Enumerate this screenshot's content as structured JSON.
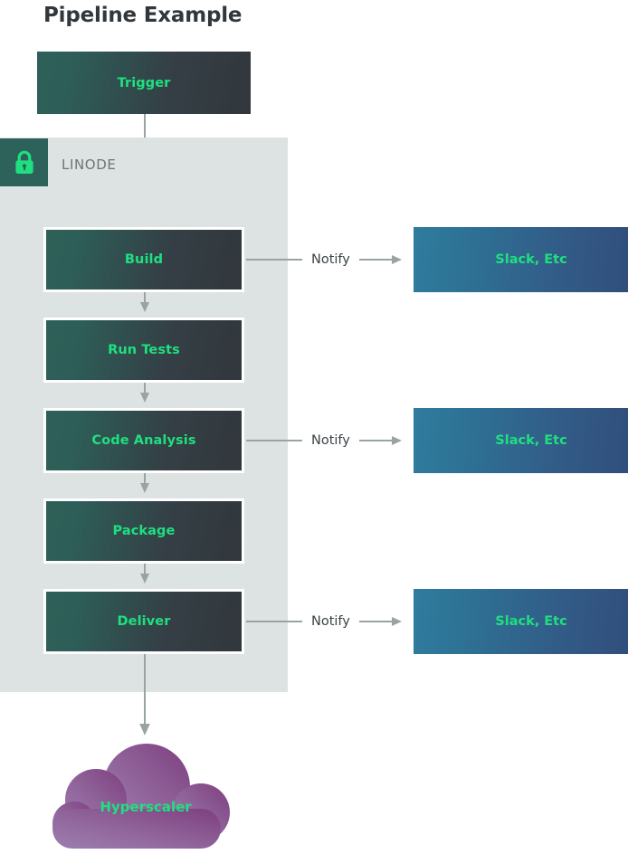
{
  "title": "Pipeline Example",
  "colors": {
    "accent_green": "#1fe07f",
    "title_text": "#32373c",
    "zone_background": "#dce3e2",
    "lock_tile": "#2c6259",
    "stage_gradient_start": "#2e6059",
    "stage_gradient_end": "#32373c",
    "notify_gradient_start": "#2f7c9e",
    "notify_gradient_end": "#304b78",
    "connector_line": "#9aa3a4",
    "cloud_gradient_start": "#9b7bab",
    "cloud_gradient_end": "#7e3f7f",
    "zone_label_text": "#6d7579"
  },
  "trigger": {
    "label": "Trigger"
  },
  "zone": {
    "label": "LINODE",
    "lock_icon": "lock-icon"
  },
  "stages": [
    {
      "label": "Build",
      "notify": true
    },
    {
      "label": "Run Tests",
      "notify": false
    },
    {
      "label": "Code Analysis",
      "notify": true
    },
    {
      "label": "Package",
      "notify": false
    },
    {
      "label": "Deliver",
      "notify": true
    }
  ],
  "notify": {
    "edge_label": "Notify",
    "targets": [
      {
        "label": "Slack, Etc"
      },
      {
        "label": "Slack, Etc"
      },
      {
        "label": "Slack, Etc"
      }
    ]
  },
  "cloud": {
    "label": "Hyperscaler"
  }
}
